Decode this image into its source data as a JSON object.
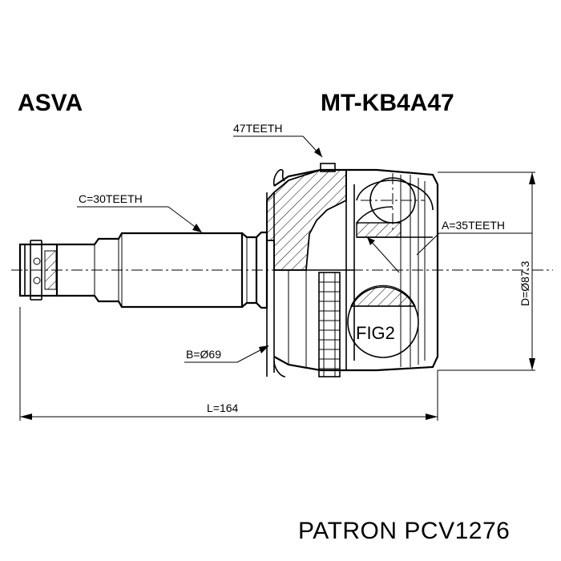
{
  "header": {
    "brand": "ASVA",
    "part_number": "MT-KB4A47"
  },
  "footer": {
    "text": "PATRON PCV1276"
  },
  "diagram": {
    "labels": {
      "teeth_47": "47TEETH",
      "c_teeth": "C=30TEETH",
      "a_teeth": "A=35TEETH",
      "b_diameter": "B=Ø69",
      "length": "L=164",
      "d_diameter": "D=Ø87.3",
      "fig2": "FIG2"
    }
  }
}
